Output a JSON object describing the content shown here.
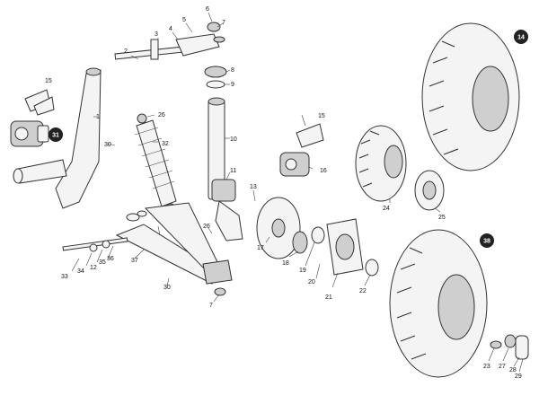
{
  "labels": {
    "l1": "1",
    "l2": "2",
    "l3": "3",
    "l4": "4",
    "l5": "5",
    "l6": "6",
    "l7a": "7",
    "l7b": "7",
    "l8": "8",
    "l9": "9",
    "l10": "10",
    "l11": "11",
    "l12": "12",
    "l13": "13",
    "l15a": "15",
    "l15b": "15",
    "l16": "16",
    "l17": "17",
    "l18": "18",
    "l19": "19",
    "l20": "20",
    "l21": "21",
    "l22": "22",
    "l23": "23",
    "l24": "24",
    "l25": "25",
    "l26a": "26",
    "l26b": "26",
    "l27": "27",
    "l28": "28",
    "l29": "29",
    "l30a": "30",
    "l30b": "30",
    "l32": "32",
    "l33": "33",
    "l34": "34",
    "l35": "35",
    "l36": "36",
    "l37": "37"
  },
  "callouts": {
    "c14": "14",
    "c31": "31",
    "c38": "38"
  }
}
